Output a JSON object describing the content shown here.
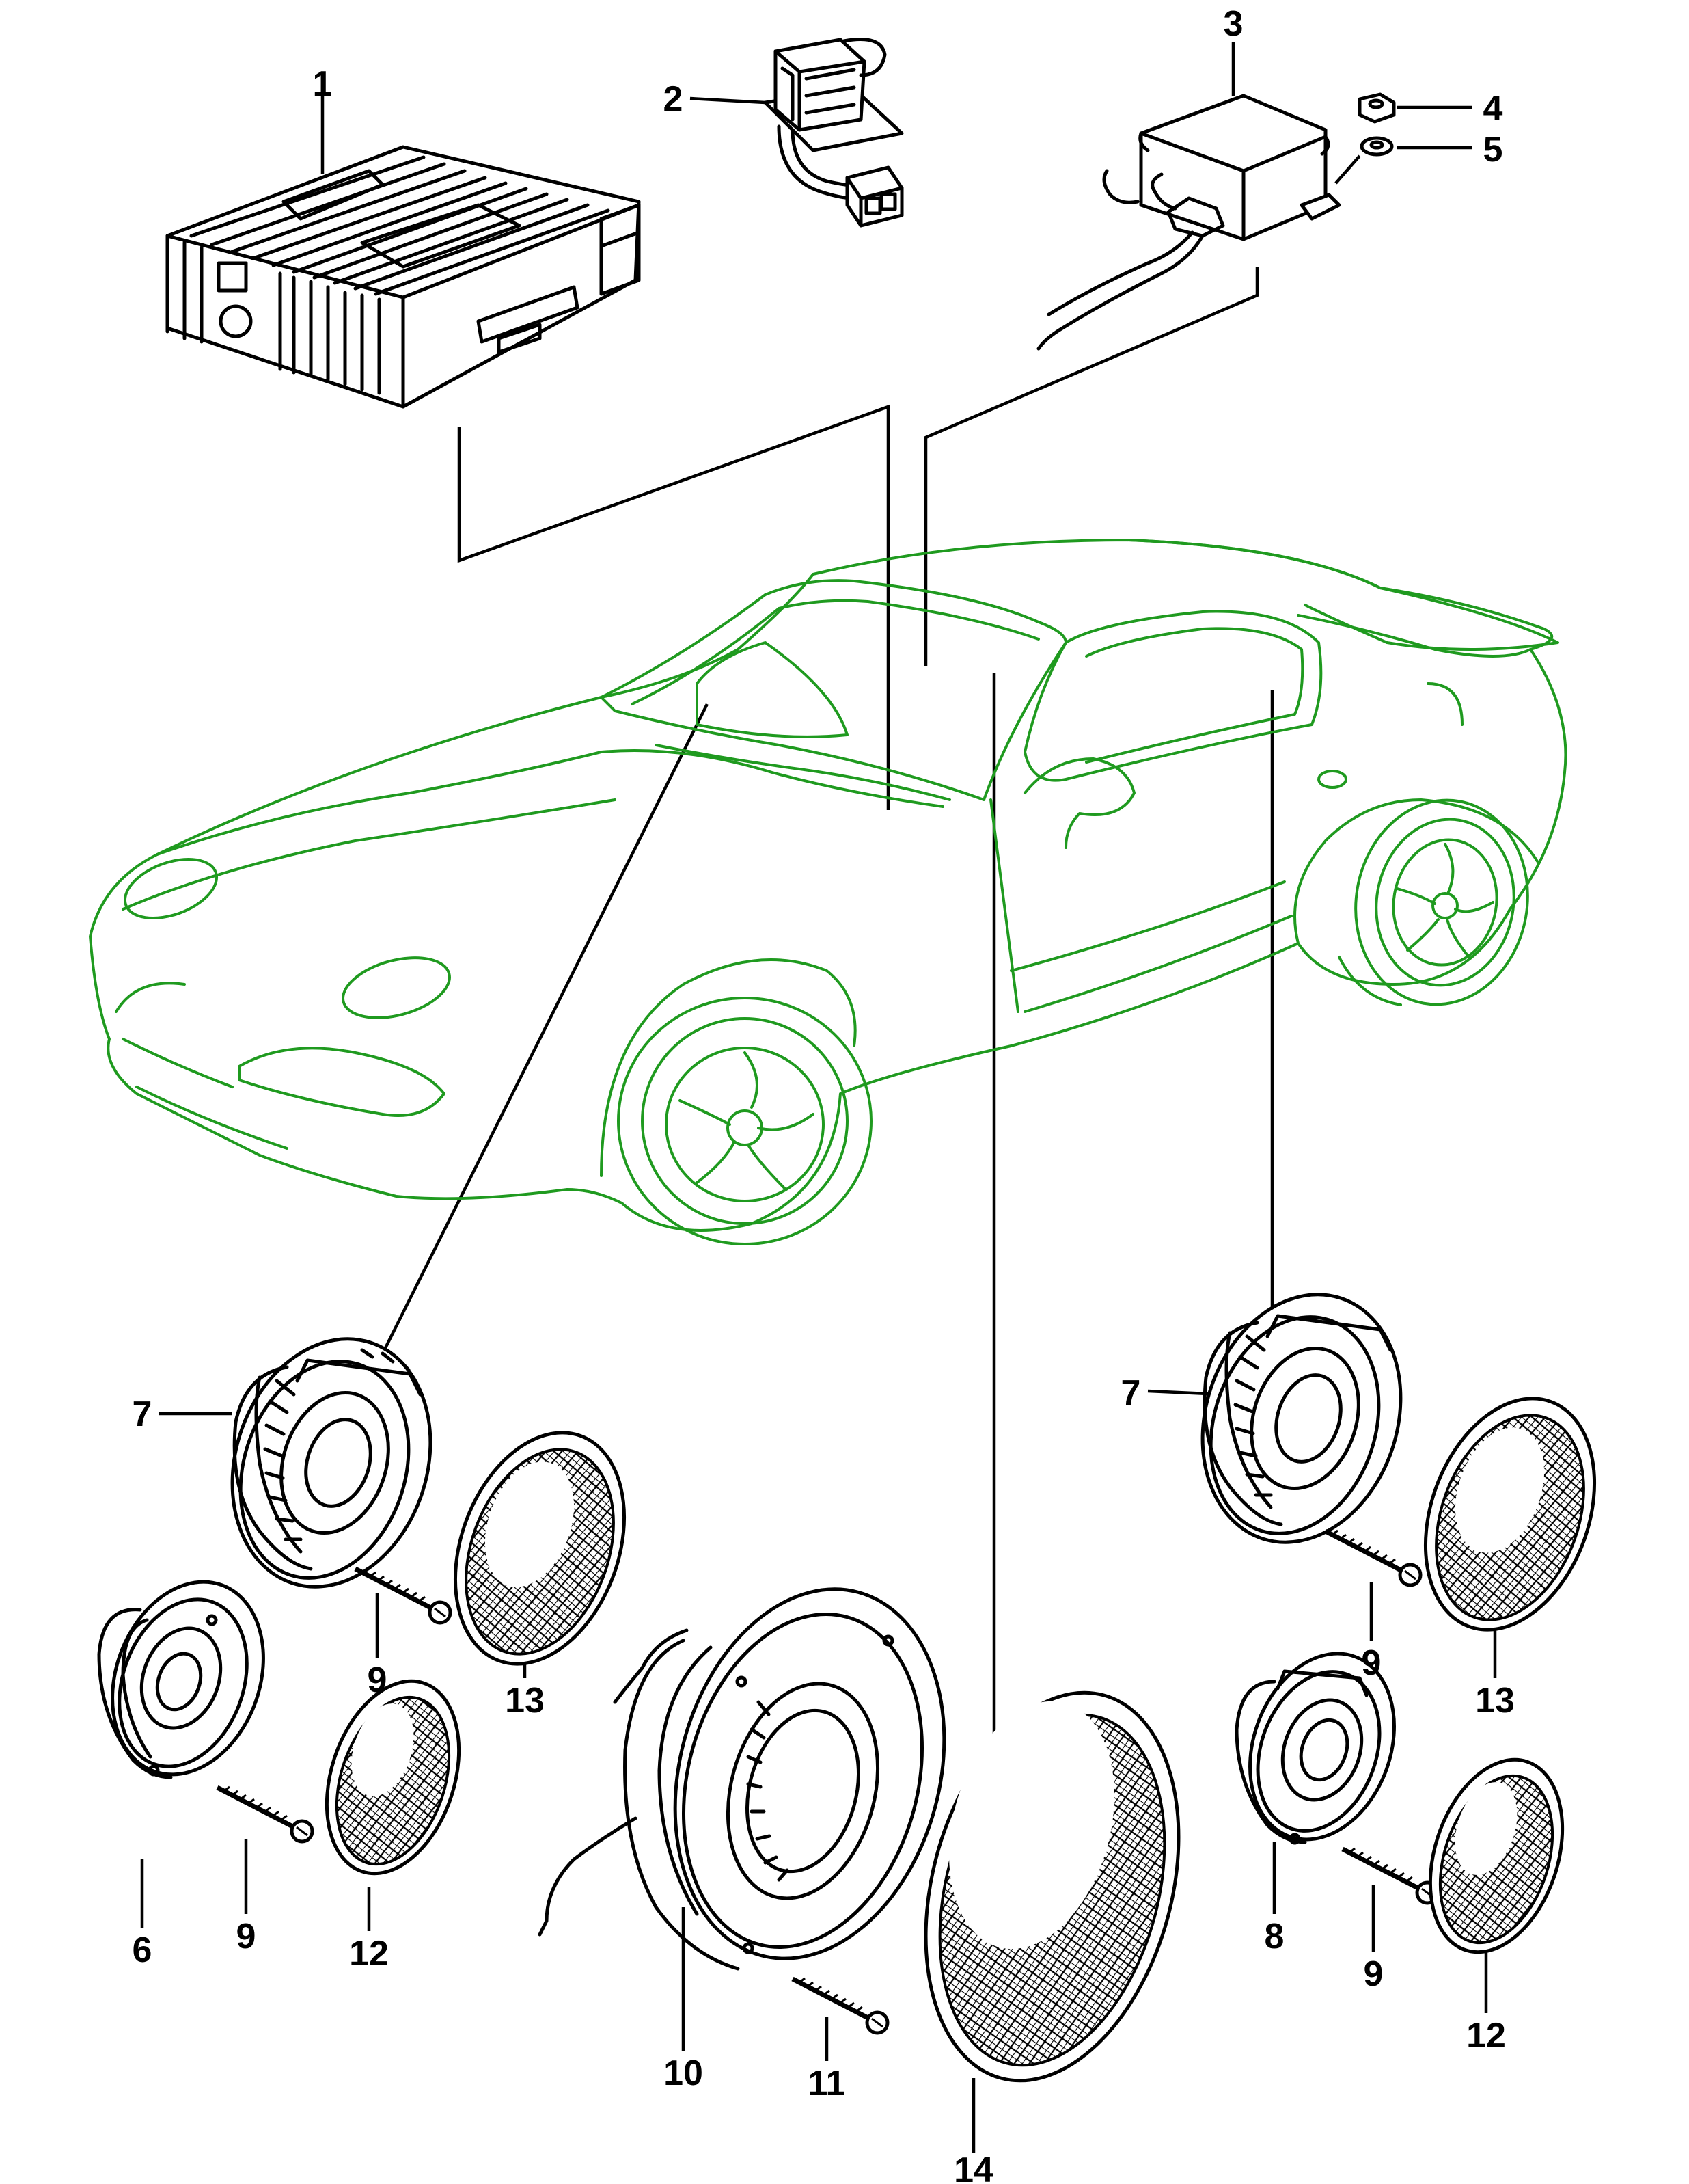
{
  "diagram": {
    "callouts": [
      "1",
      "2",
      "3",
      "4",
      "5",
      "6",
      "7",
      "7",
      "8",
      "9",
      "9",
      "9",
      "9",
      "10",
      "11",
      "12",
      "12",
      "13",
      "13",
      "14"
    ]
  },
  "colors": {
    "linework": "#000000",
    "car_outline": "#1f9a1f",
    "background": "#ffffff"
  },
  "icons": {
    "car": "car-outline-icon",
    "amplifier": "amplifier-icon",
    "transformer": "transformer-icon",
    "control_unit": "control-unit-icon",
    "speaker": "speaker-icon",
    "grille": "speaker-grille-icon",
    "screw": "screw-icon",
    "nut": "nut-icon",
    "washer": "washer-icon"
  }
}
